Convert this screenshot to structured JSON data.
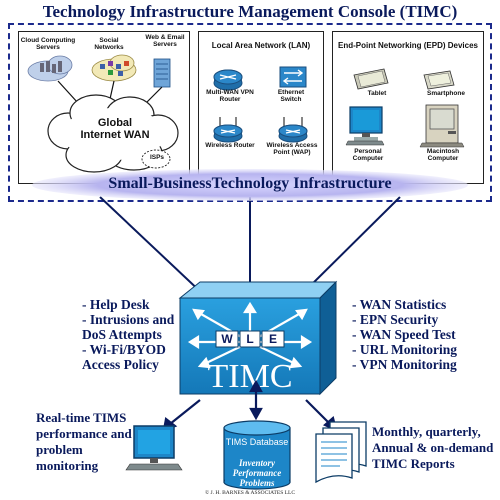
{
  "title": "Technology Infrastructure Management Console (TIMC)",
  "wan_panel": {
    "cloud_label": "Cloud Computing Servers",
    "social_label": "Social Networks",
    "web_label": "Web & Email Servers",
    "internet_label": "Global Internet WAN",
    "isps_label": "ISPs"
  },
  "lan_panel": {
    "header": "Local Area Network (LAN)",
    "router_label": "Multi-WAN VPN Router",
    "switch_label": "Ethernet Switch",
    "wireless_router_label": "Wireless Router",
    "wap_label": "Wireless Access Point (WAP)"
  },
  "epd_panel": {
    "header": "End-Point Networking (EPD) Devices",
    "tablet_label": "Tablet",
    "smartphone_label": "Smartphone",
    "pc_label": "Personal Computer",
    "mac_label": "Macintosh Computer"
  },
  "band_label": "Small-BusinessTechnology Infrastructure",
  "timc": {
    "label": "TIMC",
    "key_w": "W",
    "key_l": "L",
    "key_e": "E"
  },
  "left_list": [
    "Help Desk",
    "Intrusions and DoS Attempts",
    "Wi-Fi/BYOD Access Policy"
  ],
  "right_list": [
    "WAN Statistics",
    "EPN Security",
    "WAN Speed Test",
    "URL Monitoring",
    "VPN Monitoring"
  ],
  "bottom": {
    "left_text": "Real-time TIMS performance and problem monitoring",
    "db_title": "TIMS Database",
    "db_sub": "Inventory Performance Problems",
    "right_text": "Monthly, quarterly, Annual & on-demand TIMC Reports"
  },
  "copyright": "© J. H. BARNES & ASSOCIATES LLC",
  "colors": {
    "navy": "#0a1a5c",
    "timc_blue": "#1a8fd0",
    "band": "#b9b7ee",
    "screen_blue": "#1d86c8"
  }
}
